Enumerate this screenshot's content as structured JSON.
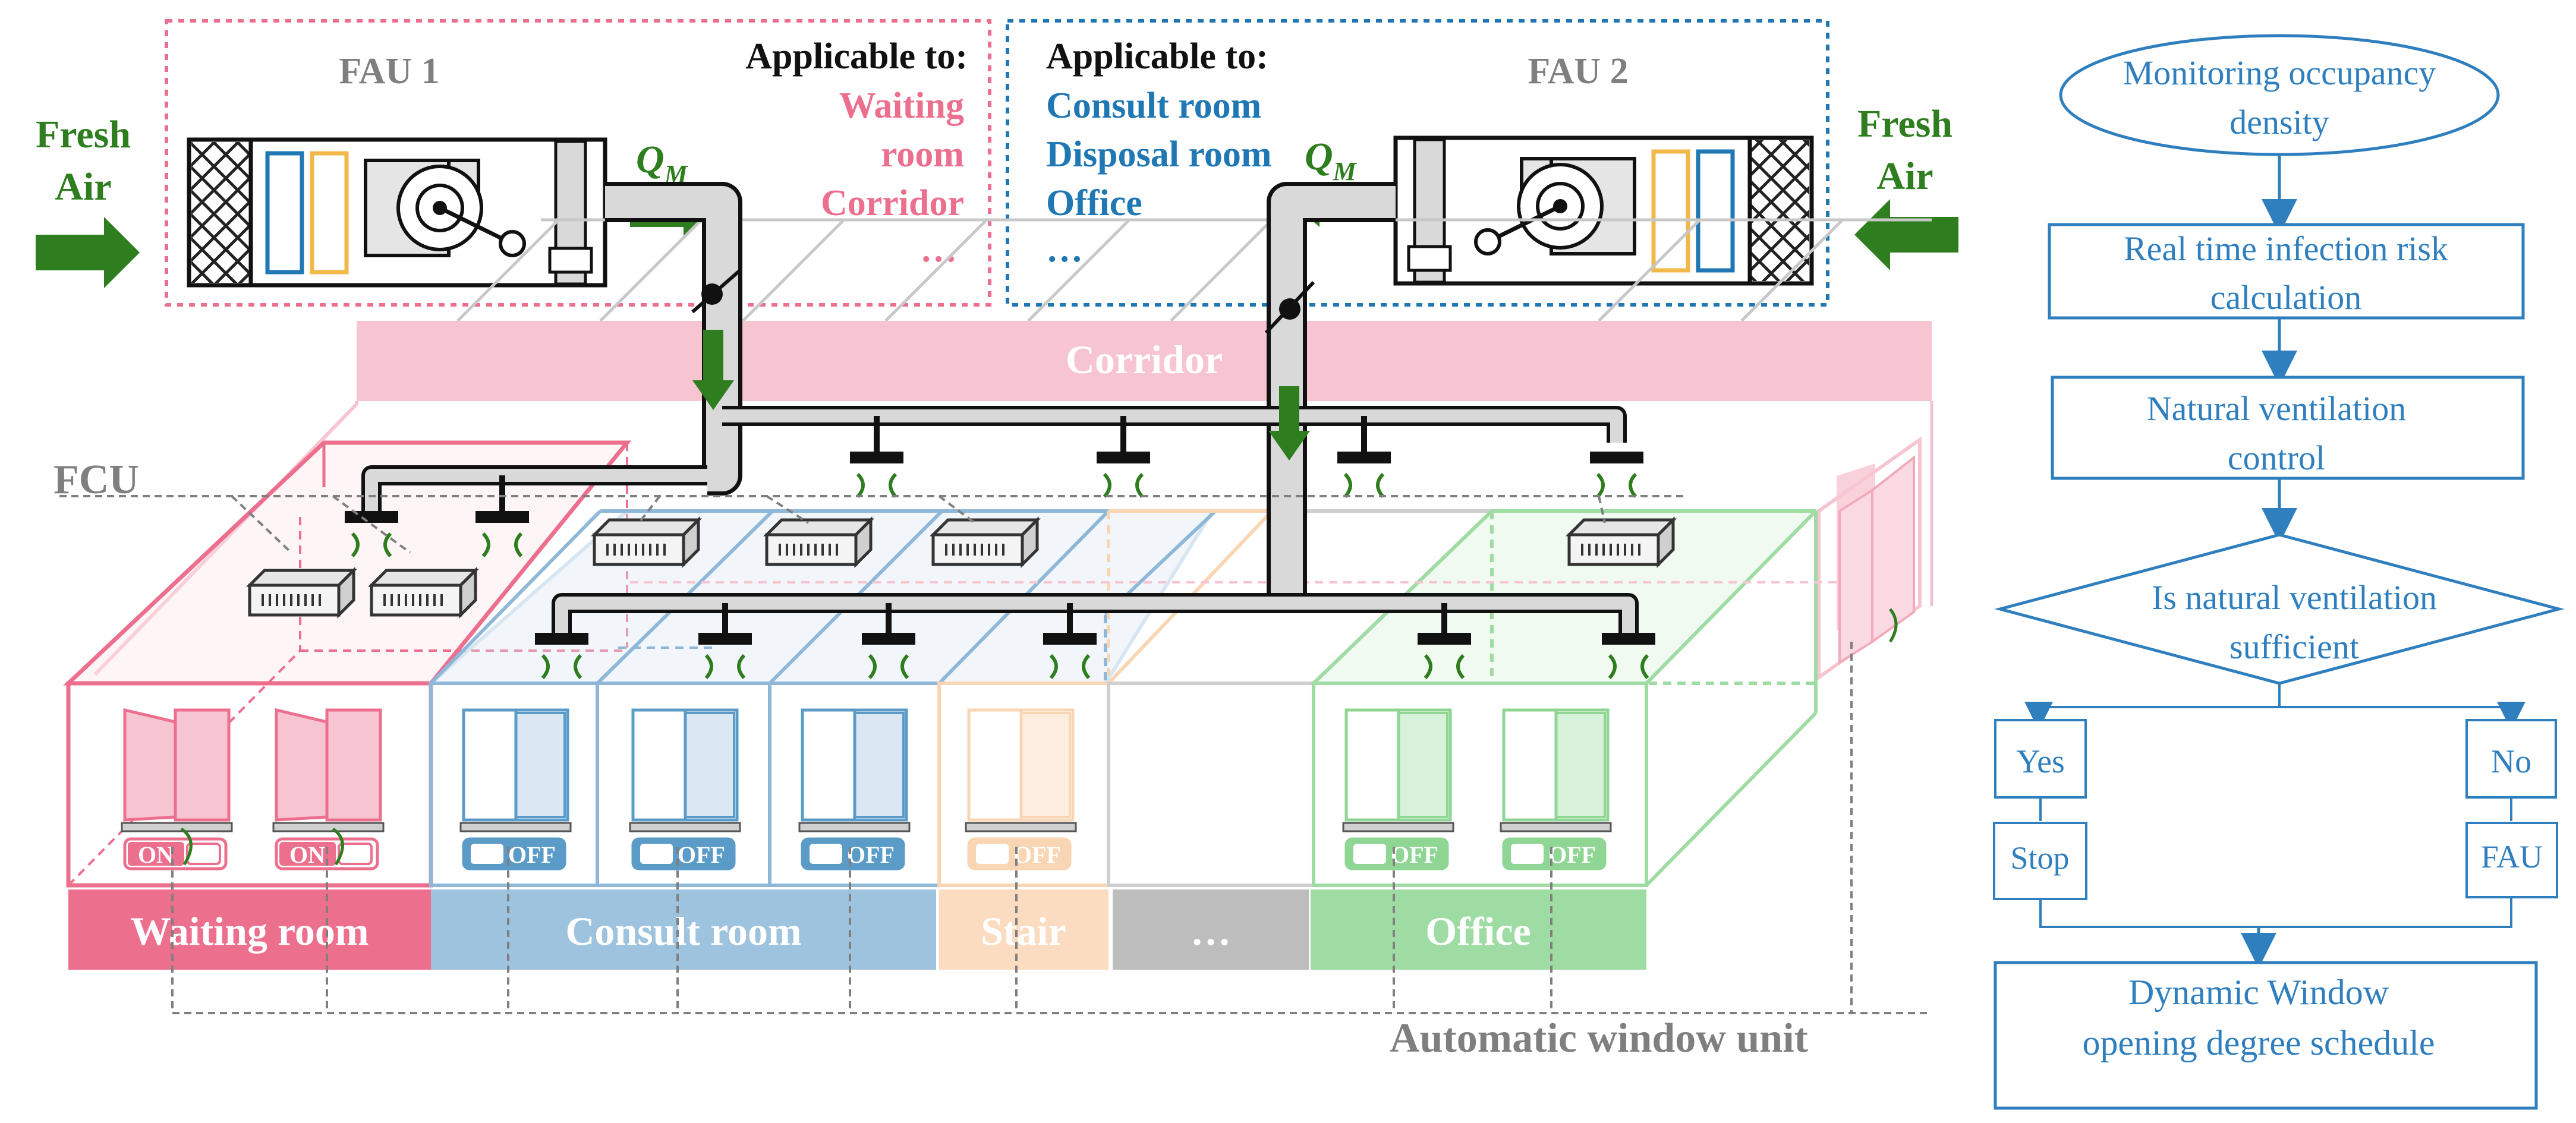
{
  "left_supply": {
    "fresh_air_line1": "Fresh",
    "fresh_air_line2": "Air"
  },
  "right_supply": {
    "fresh_air_line1": "Fresh",
    "fresh_air_line2": "Air"
  },
  "fau1": {
    "title": "FAU 1",
    "applicable_heading": "Applicable to:",
    "applicable_items": [
      "Waiting",
      "room",
      "Corridor",
      "…"
    ],
    "flow_symbol": "Q",
    "flow_subscript": "M"
  },
  "fau2": {
    "title": "FAU 2",
    "applicable_heading": "Applicable to:",
    "applicable_items": [
      "Consult room",
      "Disposal room",
      "Office",
      "…"
    ],
    "flow_symbol": "Q",
    "flow_subscript": "M"
  },
  "labels": {
    "corridor": "Corridor",
    "fcu": "FCU",
    "automatic_window_unit": "Automatic window  unit"
  },
  "rooms": [
    {
      "label": "Waiting room",
      "color": "#ec6f8e",
      "fill": "#f7c5d1"
    },
    {
      "label": "Consult room",
      "color": "#5b9bc8",
      "fill": "#dbe8f3"
    },
    {
      "label": "Stair",
      "color": "#f9d6b3",
      "fill": "#fdece0"
    },
    {
      "label": "…",
      "color": "#bdbdbd",
      "fill": "#e7e7e7"
    },
    {
      "label": "Office",
      "color": "#8fd694",
      "fill": "#d8f1d9"
    }
  ],
  "switches": [
    {
      "state": "ON",
      "room": "Waiting room"
    },
    {
      "state": "ON",
      "room": "Waiting room"
    },
    {
      "state": "OFF",
      "room": "Consult room"
    },
    {
      "state": "OFF",
      "room": "Consult room"
    },
    {
      "state": "OFF",
      "room": "Consult room"
    },
    {
      "state": "OFF",
      "room": "Stair"
    },
    {
      "state": "OFF",
      "room": "Office"
    },
    {
      "state": "OFF",
      "room": "Office"
    }
  ],
  "flowchart": {
    "monitoring": "Monitoring occupancy density",
    "monitoring_line1": "Monitoring occupancy",
    "monitoring_line2": "density",
    "risk_line1": "Real time infection risk",
    "risk_line2": "calculation",
    "nv_line1": "Natural ventilation",
    "nv_line2": "control",
    "decision_line1": "Is natural ventilation",
    "decision_line2": "sufficient",
    "yes": "Yes",
    "no": "No",
    "stop": "Stop",
    "fau": "FAU",
    "dynamic_line1": "Dynamic Window",
    "dynamic_line2": "opening degree schedule"
  },
  "colors": {
    "green": "#2e7d1e",
    "pink": "#ec6f8e",
    "blue": "#1f77b4",
    "flowchart_blue": "#2f7fbf",
    "grey_text": "#7f7f7f",
    "corridor_fill": "#f7c5d1"
  }
}
